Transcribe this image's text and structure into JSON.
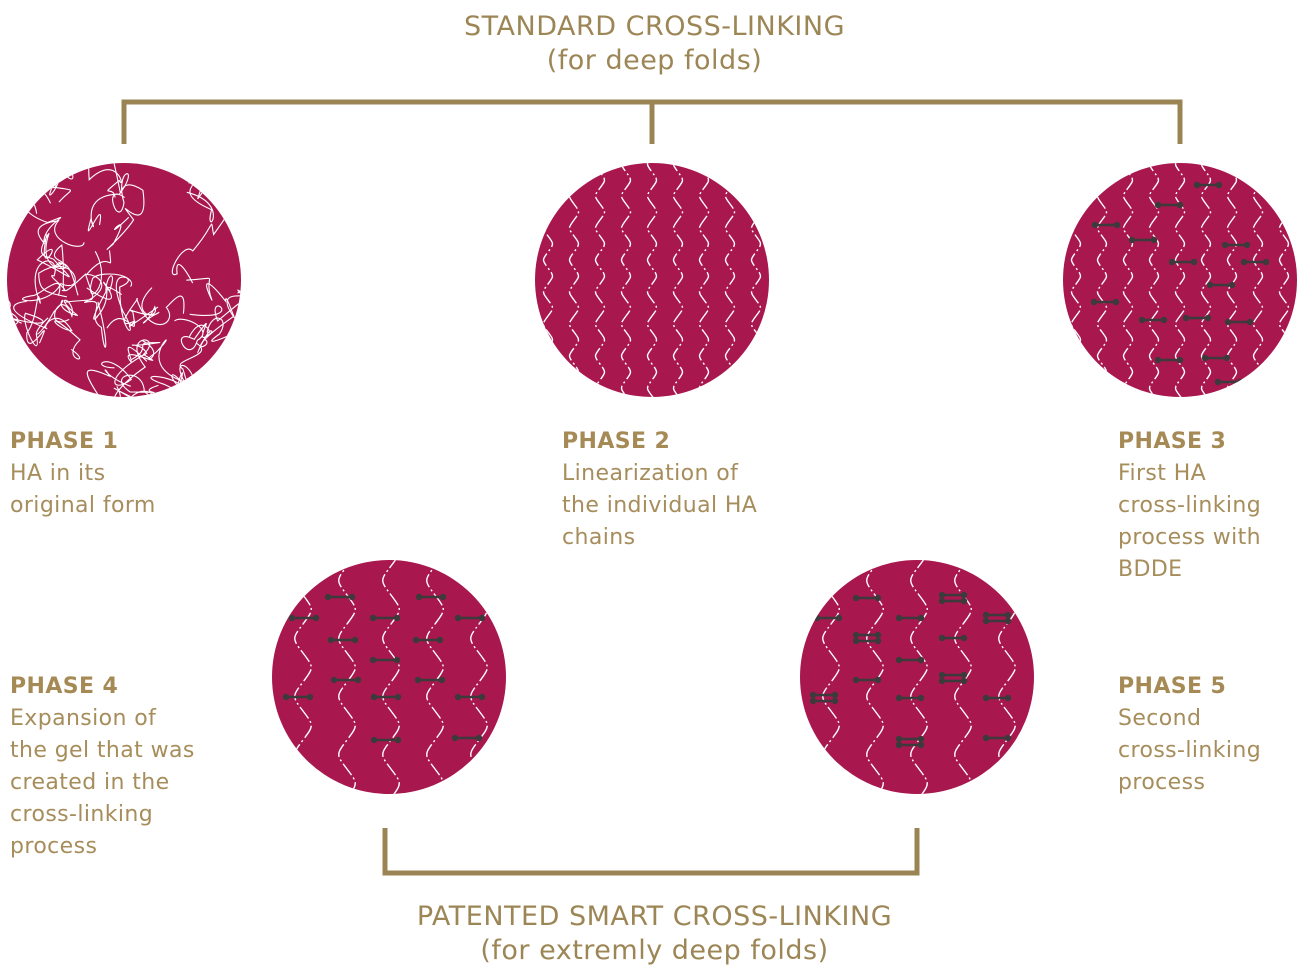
{
  "diagram": {
    "top_title": {
      "line1": "STANDARD CROSS-LINKING",
      "line2": "(for deep folds)"
    },
    "bottom_title": {
      "line1": "PATENTED SMART CROSS-LINKING",
      "line2": "(for extremly deep folds)"
    },
    "phases": [
      {
        "name": "PHASE 1",
        "description": "HA in its\noriginal form"
      },
      {
        "name": "PHASE 2",
        "description": "Linearization of\nthe individual HA\nchains"
      },
      {
        "name": "PHASE 3",
        "description": "First HA\ncross-linking\nprocess with\nBDDE"
      },
      {
        "name": "PHASE 4",
        "description": "Expansion of\nthe gel that was\ncreated in the\ncross-linking\nprocess"
      },
      {
        "name": "PHASE 5",
        "description": "Second\ncross-linking\nprocess"
      }
    ]
  },
  "colors": {
    "circle_fill": "#a8184f",
    "bracket": "#9b8454",
    "chain": "#ffffff",
    "crosslink": "#3d3a3c",
    "text": "#9c8656"
  }
}
